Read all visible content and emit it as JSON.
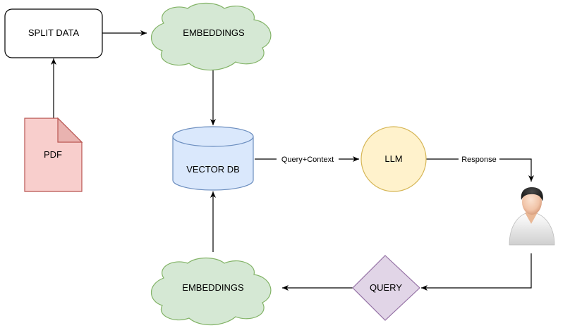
{
  "nodes": {
    "split_data": {
      "label": "SPLIT DATA"
    },
    "embeddings_top": {
      "label": "EMBEDDINGS"
    },
    "pdf": {
      "label": "PDF"
    },
    "vector_db": {
      "label": "VECTOR DB"
    },
    "llm": {
      "label": "LLM"
    },
    "embeddings_bottom": {
      "label": "EMBEDDINGS"
    },
    "query": {
      "label": "QUERY"
    }
  },
  "edges": {
    "query_context": {
      "label": "Query+Context"
    },
    "response": {
      "label": "Response"
    }
  },
  "colors": {
    "cloud_fill": "#d5e8d4",
    "cloud_stroke": "#82b366",
    "pdf_fill": "#f8cecc",
    "pdf_stroke": "#b85450",
    "db_fill": "#dae8fc",
    "db_stroke": "#6c8ebf",
    "llm_fill": "#fff2cc",
    "llm_stroke": "#d6b656",
    "query_fill": "#e1d5e7",
    "query_stroke": "#9673a6",
    "edge": "#000000"
  },
  "icons": {
    "user": "user-person-icon"
  }
}
